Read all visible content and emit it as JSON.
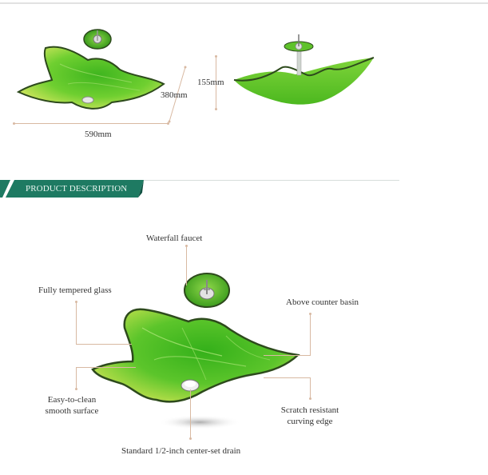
{
  "colors": {
    "banner": "#1e7a62",
    "leader": "#d8b9a2",
    "glass_green": "#4cbf2a",
    "glass_light": "#b9e14a",
    "rim": "#2d4a1c"
  },
  "dimensions": {
    "width_label": "590mm",
    "depth_label": "380mm",
    "height_label": "155mm"
  },
  "section": {
    "title": "PRODUCT DESCRIPTION"
  },
  "callouts": {
    "faucet": "Waterfall faucet",
    "glass": "Fully tempered glass",
    "basin": "Above counter basin",
    "surface_line1": "Easy-to-clean",
    "surface_line2": "smooth surface",
    "edge_line1": "Scratch resistant",
    "edge_line2": "curving edge",
    "drain": "Standard 1/2-inch center-set drain"
  }
}
